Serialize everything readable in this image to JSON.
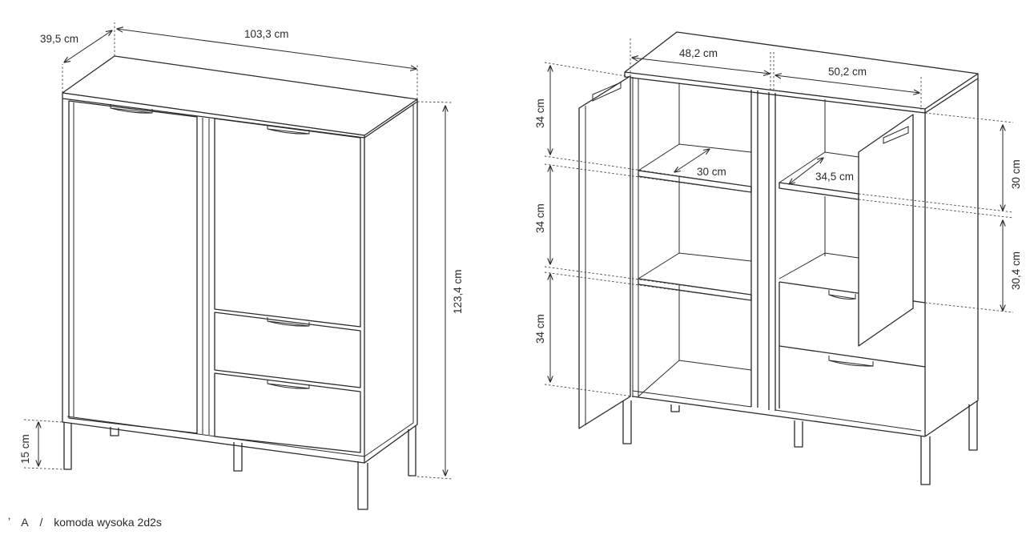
{
  "dimensions": {
    "depth": "39,5 cm",
    "width": "103,3 cm",
    "height": "123,4 cm",
    "leg_height": "15 cm",
    "left_compartment_width": "48,2 cm",
    "right_compartment_width": "50,2 cm",
    "left_section_1": "34 cm",
    "left_section_2": "34 cm",
    "left_section_3": "34 cm",
    "left_shelf_depth": "30 cm",
    "right_shelf_depth": "34,5 cm",
    "right_section_1": "30 cm",
    "right_section_2": "30,4 cm"
  },
  "caption": {
    "tick": "ʼ",
    "letter": "A",
    "separator": "/",
    "product": "komoda wysoka 2d2s"
  }
}
